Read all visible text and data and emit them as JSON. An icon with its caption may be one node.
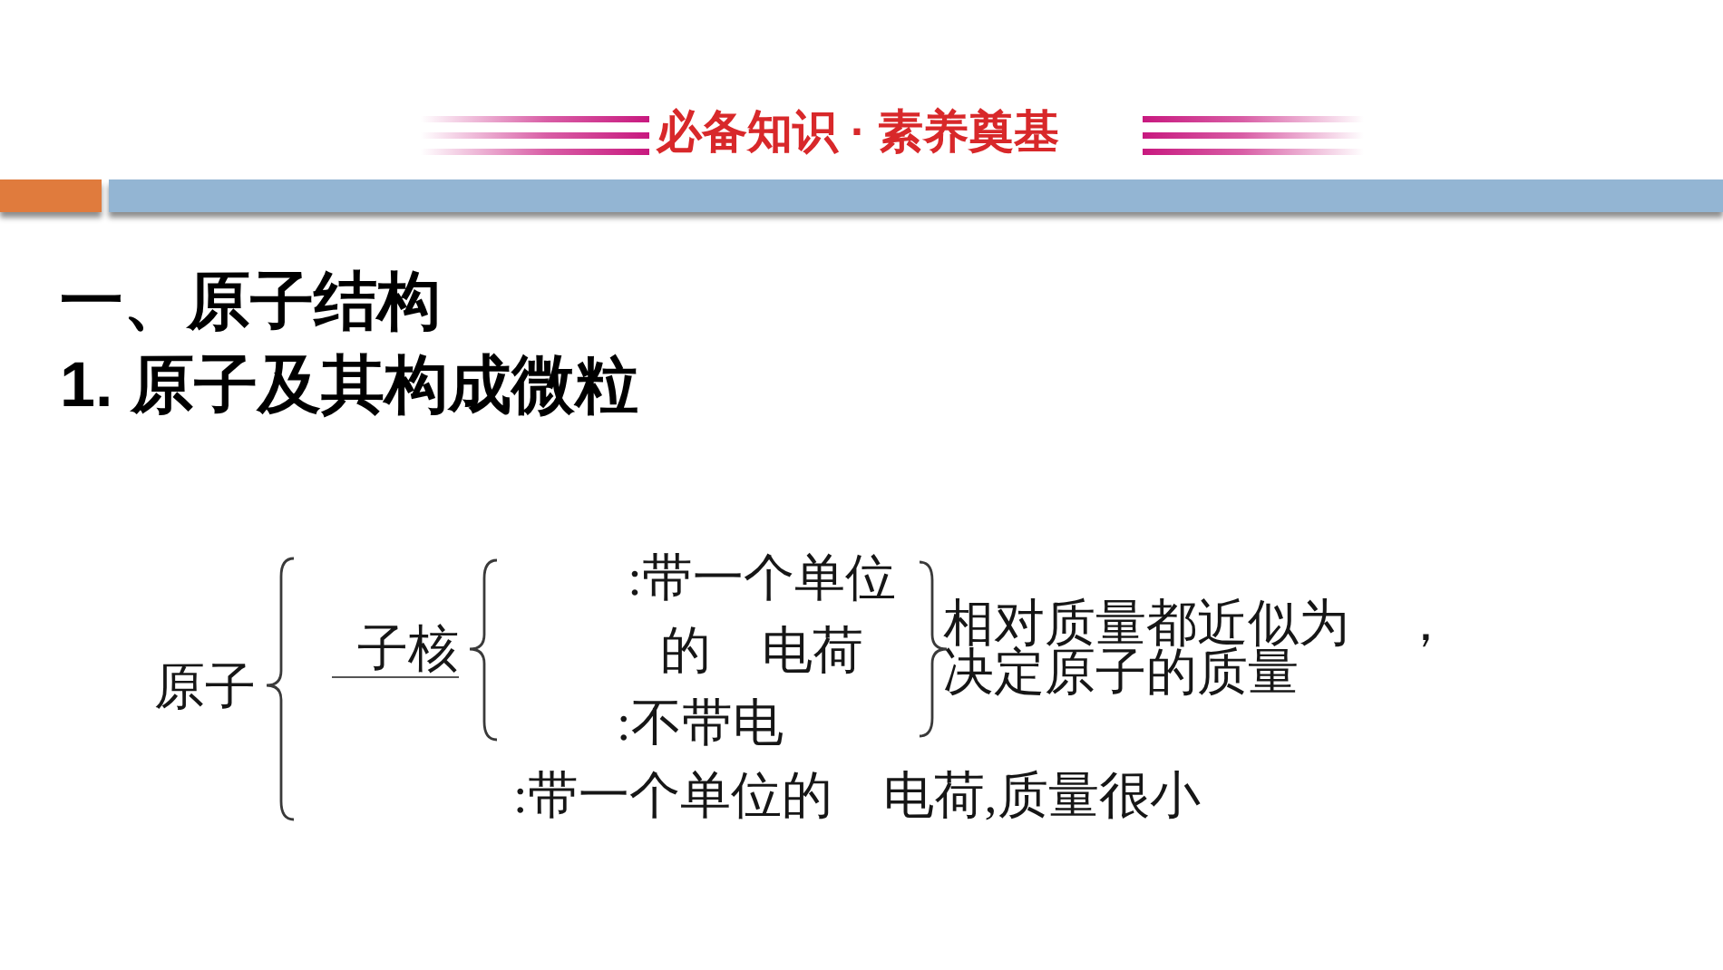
{
  "diagram": {
    "labels": [
      "必备知识 · 素养奠基",
      "一、原子结构",
      "1. 原子及其构成微粒",
      "原子",
      "子核",
      ":带一个单位的　电荷",
      ":不带电",
      "相对质量都近似为　，决定原子的质量",
      ":带一个单位的　电荷,质量很小"
    ]
  }
}
